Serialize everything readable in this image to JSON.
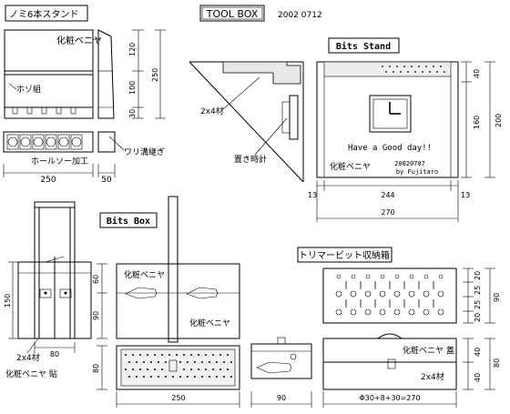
{
  "header": {
    "title": "TOOL BOX",
    "date": "2002 0712"
  },
  "chisel_stand": {
    "title": "ノミ6本スタンド",
    "label_plywood": "化粧ベニヤ",
    "label_hozo": "ホゾ組",
    "label_hole": "ホールソー加工",
    "label_groove": "ワリ溝継ぎ",
    "dim_w": "250",
    "dim_d": "50",
    "dim_h120": "120",
    "dim_h100": "100",
    "dim_h30": "30",
    "dim_total": "250"
  },
  "bits_stand": {
    "title": "Bits Stand",
    "label_wood": "2x4材",
    "label_clock": "置き時計",
    "message": "Have a Good day!!",
    "plywood": "化粧ベニヤ",
    "date": "20020707",
    "by": "by Fujitaro",
    "dim_13l": "13",
    "dim_244": "244",
    "dim_13r": "13",
    "dim_270": "270",
    "dim_40": "40",
    "dim_160": "160",
    "dim_200": "200"
  },
  "bits_box": {
    "title": "Bits Box",
    "label_plywood_top": "化粧ベニヤ",
    "label_plywood_bottom": "化粧ベニヤ",
    "label_wood": "2x4材",
    "label_plywood_paste": "化粧ベニヤ 貼",
    "dim_150": "150",
    "dim_80w": "80",
    "dim_60": "60",
    "dim_90": "90",
    "dim_80h": "80",
    "dim_250": "250",
    "dim_90b": "90"
  },
  "trimmer_box": {
    "title": "トリマービット収納箱",
    "label_lid": "化粧ベニヤ 蓋",
    "label_wood": "2x4材",
    "dim_20a": "20",
    "dim_25a": "25",
    "dim_25b": "25",
    "dim_20b": "20",
    "dim_90": "90",
    "dim_40a": "40",
    "dim_40b": "40",
    "dim_80": "80",
    "dim_formula": "Φ30+8+30=270"
  }
}
